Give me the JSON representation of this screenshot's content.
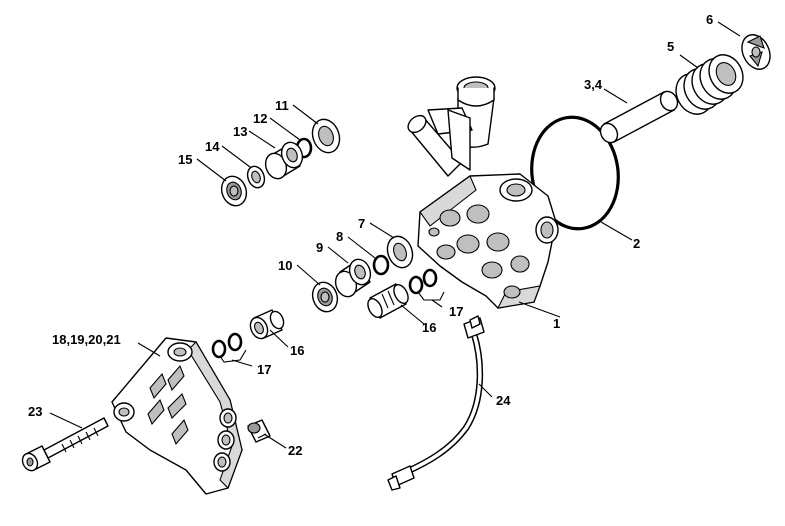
{
  "callouts": [
    {
      "id": "c1",
      "text": "1"
    },
    {
      "id": "c2",
      "text": "2"
    },
    {
      "id": "c34",
      "text": "3,4"
    },
    {
      "id": "c5",
      "text": "5"
    },
    {
      "id": "c6",
      "text": "6"
    },
    {
      "id": "c7",
      "text": "7"
    },
    {
      "id": "c8",
      "text": "8"
    },
    {
      "id": "c9",
      "text": "9"
    },
    {
      "id": "c10",
      "text": "10"
    },
    {
      "id": "c11",
      "text": "11"
    },
    {
      "id": "c12",
      "text": "12"
    },
    {
      "id": "c13",
      "text": "13"
    },
    {
      "id": "c14",
      "text": "14"
    },
    {
      "id": "c15",
      "text": "15"
    },
    {
      "id": "c16a",
      "text": "16"
    },
    {
      "id": "c16b",
      "text": "16"
    },
    {
      "id": "c17a",
      "text": "17"
    },
    {
      "id": "c17b",
      "text": "17"
    },
    {
      "id": "c18",
      "text": "18,19,20,21"
    },
    {
      "id": "c22",
      "text": "22"
    },
    {
      "id": "c23",
      "text": "23"
    },
    {
      "id": "c24",
      "text": "24"
    }
  ]
}
